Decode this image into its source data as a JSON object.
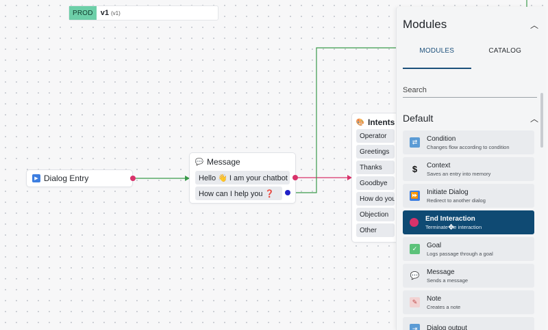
{
  "version_bar": {
    "environment": "PROD",
    "name": "v1",
    "tag": "(v1)"
  },
  "nodes": {
    "entry": {
      "icon": "play-icon",
      "title": "Dialog Entry"
    },
    "message": {
      "icon": "speech-bubble-icon",
      "title": "Message",
      "lines": [
        "Hello 👋 I am your chatbot 🤖...",
        "How can I help you ❓"
      ]
    },
    "intents": {
      "icon": "palette-icon",
      "title": "Intents",
      "rows": [
        "Operator",
        "Greetings",
        "Thanks",
        "Goodbye",
        "How do you",
        "Objection",
        "Other"
      ]
    }
  },
  "panel": {
    "title": "Modules",
    "tabs": [
      "MODULES",
      "CATALOG"
    ],
    "active_tab": "MODULES",
    "search_placeholder": "Search",
    "section": "Default",
    "modules": [
      {
        "name": "Condition",
        "desc": "Changes flow according to condition",
        "icon": "shuffle-icon",
        "color": "#5b9bd5"
      },
      {
        "name": "Context",
        "desc": "Saves an entry into memory",
        "icon": "dollar-icon",
        "color": "#ffffff"
      },
      {
        "name": "Initiate Dialog",
        "desc": "Redirect to another dialog",
        "icon": "fast-forward-icon",
        "color": "#3d7ee0"
      },
      {
        "name": "End Interaction",
        "desc": "Terminate the interaction",
        "icon": "red-circle-icon",
        "color": "#d8326a"
      },
      {
        "name": "Goal",
        "desc": "Logs passage through a goal",
        "icon": "check-box-icon",
        "color": "#5cc27a"
      },
      {
        "name": "Message",
        "desc": "Sends a message",
        "icon": "speech-bubble-icon",
        "color": "#b7b2d8"
      },
      {
        "name": "Note",
        "desc": "Creates a note",
        "icon": "note-icon",
        "color": "#e8a3a3"
      },
      {
        "name": "Dialog output",
        "desc": "",
        "icon": "output-icon",
        "color": "#5b9bd5"
      }
    ],
    "selected_module": "End Interaction"
  },
  "colors": {
    "accent": "#0f4a73",
    "link_green": "#3a9a4a",
    "link_red": "#d8326a",
    "port_blue": "#2020c8"
  }
}
